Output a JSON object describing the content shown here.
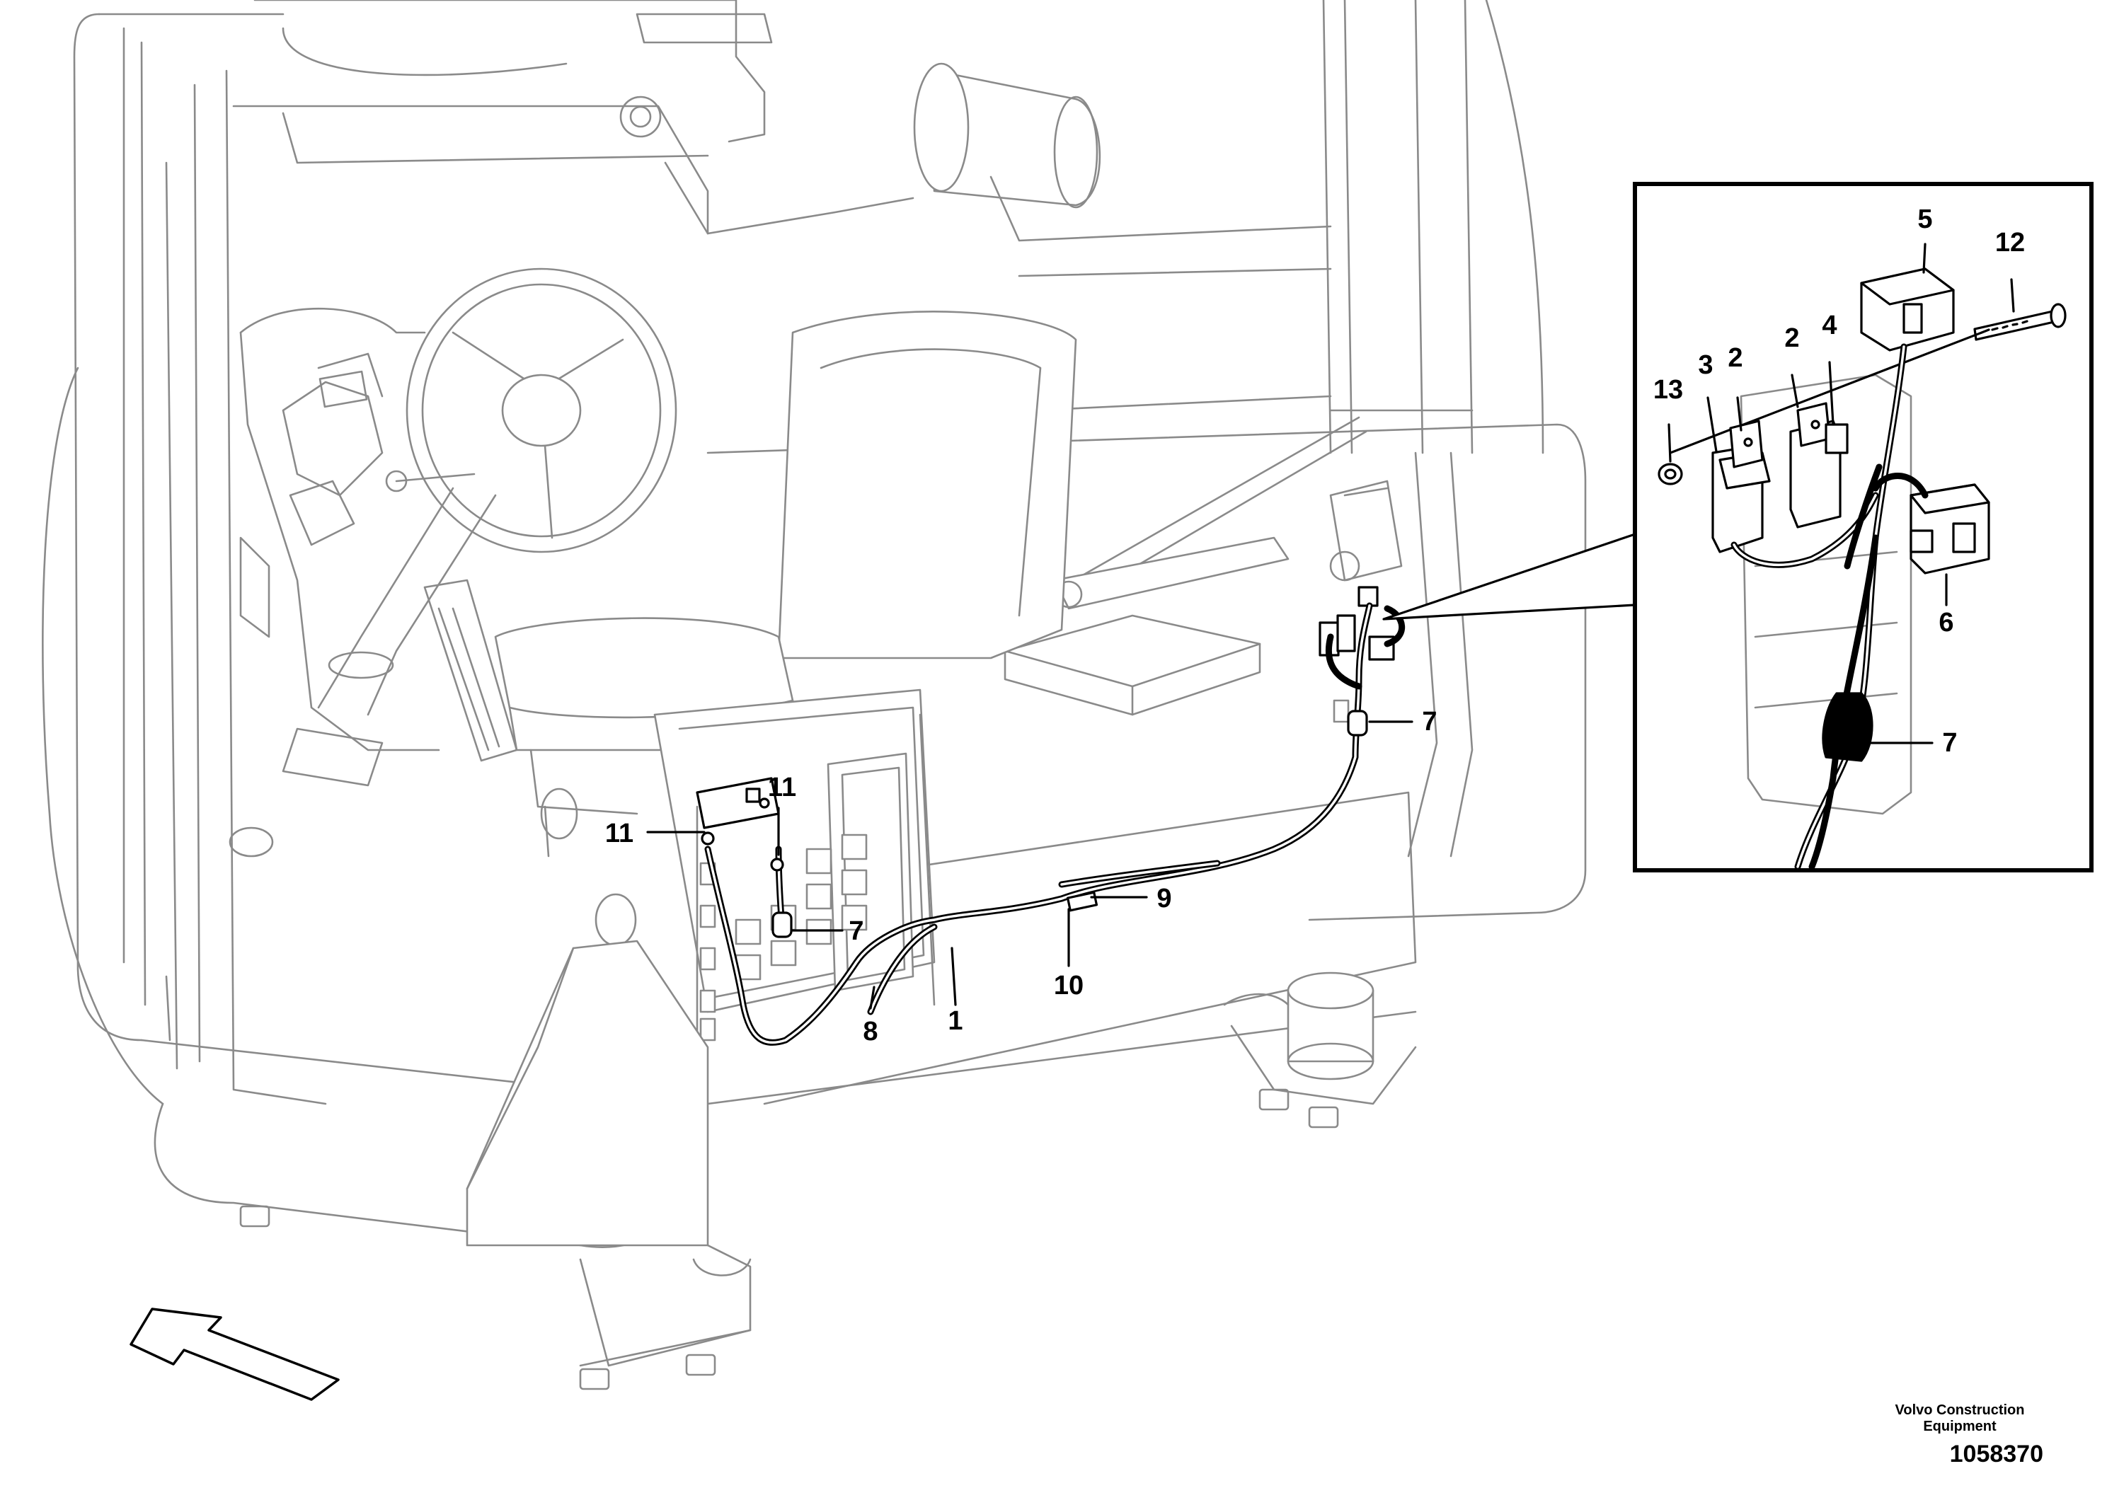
{
  "part_labels": [
    {
      "id": "c1",
      "text": "1"
    },
    {
      "id": "c7a",
      "text": "7"
    },
    {
      "id": "c7b",
      "text": "7"
    },
    {
      "id": "c8",
      "text": "8"
    },
    {
      "id": "c9",
      "text": "9"
    },
    {
      "id": "c10",
      "text": "10"
    },
    {
      "id": "c11a",
      "text": "11"
    },
    {
      "id": "c11b",
      "text": "11"
    }
  ],
  "detail_labels": [
    {
      "id": "d2a",
      "text": "2"
    },
    {
      "id": "d2b",
      "text": "2"
    },
    {
      "id": "d3",
      "text": "3"
    },
    {
      "id": "d4",
      "text": "4"
    },
    {
      "id": "d5",
      "text": "5"
    },
    {
      "id": "d6",
      "text": "6"
    },
    {
      "id": "d7",
      "text": "7"
    },
    {
      "id": "d12",
      "text": "12"
    },
    {
      "id": "d13",
      "text": "13"
    }
  ],
  "footer": {
    "brand_line1": "Volvo Construction",
    "brand_line2": "Equipment",
    "drawing_number": "1058370"
  },
  "icons": {
    "direction_arrow": "direction-arrow-icon"
  }
}
